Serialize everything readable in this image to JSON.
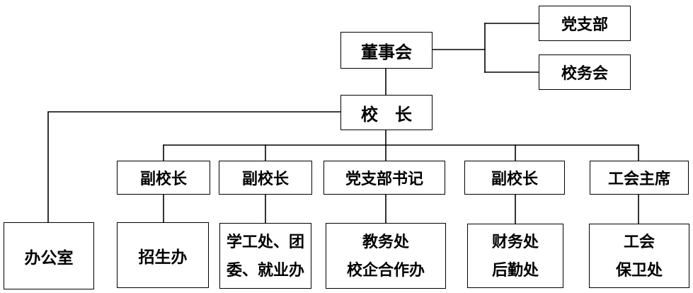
{
  "colors": {
    "line": "#000000",
    "box_border": "#000000",
    "background": "#ffffff",
    "text": "#000000"
  },
  "nodes": {
    "board": "董事会",
    "party_branch": "党支部",
    "school_affairs_committee": "校务会",
    "principal": "校　长",
    "office": "办公室",
    "vice_principal_1": "副校长",
    "vice_principal_2": "副校长",
    "party_secretary": "党支部书记",
    "vice_principal_3": "副校长",
    "union_chair": "工会主席",
    "admissions_office": "招生办",
    "student_affairs": [
      "学工处、团",
      "委、就业办"
    ],
    "academic_affairs": [
      "教务处",
      "校企合作办"
    ],
    "finance_logistics": [
      "财务处",
      "后勤处"
    ],
    "union_security": [
      "工会",
      "保卫处"
    ]
  }
}
